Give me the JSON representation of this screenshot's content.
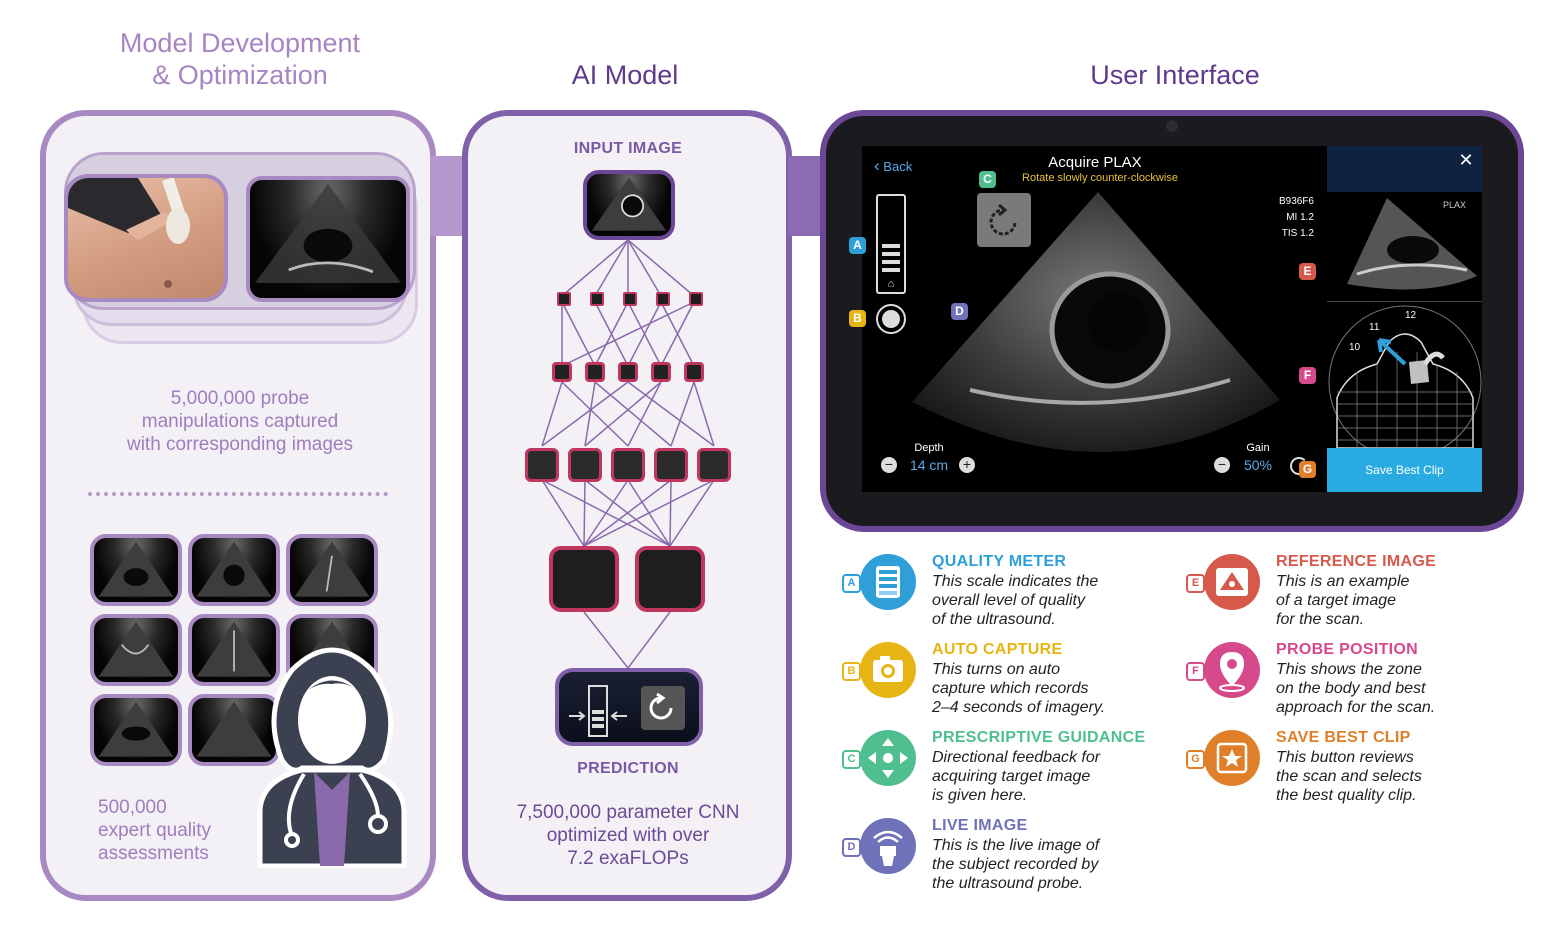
{
  "titles": {
    "left": "Model Development\n& Optimization",
    "middle": "AI Model",
    "right": "User Interface"
  },
  "left_panel": {
    "caption_top": "5,000,000 probe\nmanipulations captured\nwith corresponding images",
    "caption_bottom": "500,000\nexpert quality\nassessments"
  },
  "middle_panel": {
    "input_label": "INPUT IMAGE",
    "prediction_label": "PREDICTION",
    "caption": "7,500,000 parameter CNN\noptimized with over\n7.2 exaFLOPs"
  },
  "ui": {
    "back_label": "Back",
    "screen_title": "Acquire PLAX",
    "guidance_text": "Rotate slowly counter-clockwise",
    "info_lines": [
      "B936F6",
      "MI 1.2",
      "TIS 1.2"
    ],
    "depth_label": "Depth",
    "depth_value": "14 cm",
    "gain_label": "Gain",
    "gain_value": "50%",
    "reference_tag": "PLAX",
    "zone_numbers": [
      "10",
      "11",
      "12"
    ],
    "save_button": "Save Best Clip",
    "close_symbol": "✕",
    "badges": [
      "A",
      "B",
      "C",
      "D",
      "E",
      "F",
      "G"
    ]
  },
  "legend": [
    {
      "letter": "A",
      "title": "QUALITY METER",
      "desc": "This scale indicates the\noverall level of quality\nof the ultrasound.",
      "color": "#2f9fd8",
      "icon": "quality-meter-icon"
    },
    {
      "letter": "B",
      "title": "AUTO CAPTURE",
      "desc": "This turns on auto\ncapture which records\n2–4 seconds of imagery.",
      "color": "#e6b514",
      "icon": "camera-icon"
    },
    {
      "letter": "C",
      "title": "PRESCRIPTIVE GUIDANCE",
      "desc": "Directional feedback for\nacquiring target image\nis given here.",
      "color": "#4fbf8f",
      "icon": "directional-arrows-icon"
    },
    {
      "letter": "D",
      "title": "LIVE IMAGE",
      "desc": "This is the live image of\nthe subject recorded by\nthe ultrasound probe.",
      "color": "#6f72b8",
      "icon": "probe-icon"
    },
    {
      "letter": "E",
      "title": "REFERENCE IMAGE",
      "desc": "This is an example\nof a target image\nfor the scan.",
      "color": "#d65a4c",
      "icon": "reference-image-icon"
    },
    {
      "letter": "F",
      "title": "PROBE POSITION",
      "desc": "This shows the zone\non the body and best\napproach for the scan.",
      "color": "#d64a8c",
      "icon": "location-pin-icon"
    },
    {
      "letter": "G",
      "title": "SAVE BEST CLIP",
      "desc": "This button reviews\nthe scan and selects\nthe best quality clip.",
      "color": "#e07f2a",
      "icon": "star-badge-icon"
    }
  ]
}
